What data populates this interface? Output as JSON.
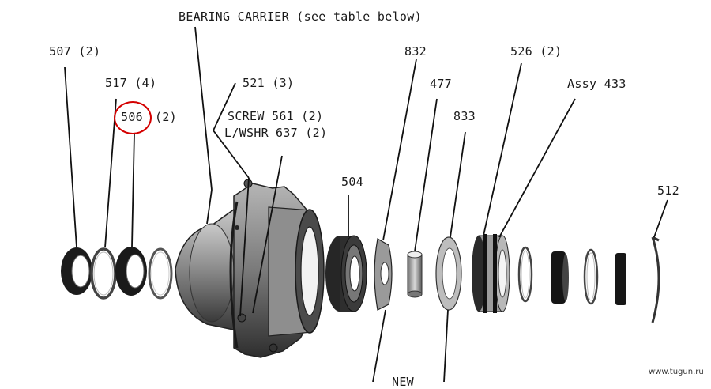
{
  "labels": {
    "bearing_carrier": "BEARING CARRIER (see table below)",
    "p507": "507 (2)",
    "p517": "517 (4)",
    "p506": "506",
    "p506_qty": "(2)",
    "p521": "521 (3)",
    "screw": "SCREW 561 (2)",
    "lwshr": "L/WSHR",
    "p637": "637 (2)",
    "p504": "504",
    "p832": "832",
    "p477": "477",
    "p833": "833",
    "p526": "526 (2)",
    "assy433": "Assy 433",
    "p512": "512",
    "new": "NEW"
  },
  "watermark": "www.tugun.ru",
  "colors": {
    "highlight": "#d40000",
    "ink": "#1a1a1a"
  }
}
